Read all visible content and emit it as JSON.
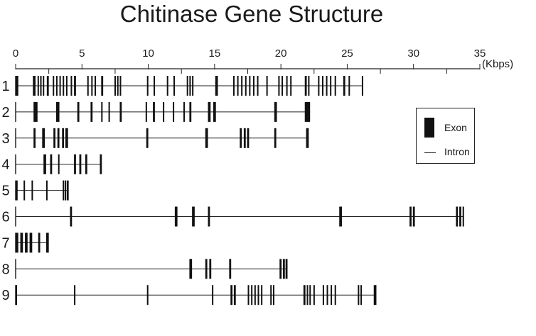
{
  "title": "Chitinase Gene Structure",
  "axis": {
    "unit_label": "(Kbps)",
    "min": 0,
    "max": 35,
    "major_ticks": [
      0,
      5,
      10,
      15,
      20,
      25,
      30,
      35
    ],
    "minor_step": 2.5
  },
  "legend": {
    "exon_label": "Exon",
    "intron_label": "Intron",
    "exon_color": "#111111",
    "intron_color": "#222222"
  },
  "chart_data": {
    "type": "gene-structure",
    "x_unit": "Kbps",
    "genes": [
      {
        "label": "1",
        "length": 26.2,
        "exons": [
          [
            0.0,
            0.2
          ],
          [
            1.3,
            1.5
          ],
          [
            1.65,
            1.75
          ],
          [
            1.85,
            1.95
          ],
          [
            2.05,
            2.15
          ],
          [
            2.35,
            2.5
          ],
          [
            2.8,
            2.9
          ],
          [
            3.05,
            3.15
          ],
          [
            3.3,
            3.4
          ],
          [
            3.55,
            3.65
          ],
          [
            3.8,
            3.9
          ],
          [
            4.15,
            4.25
          ],
          [
            4.4,
            4.55
          ],
          [
            5.4,
            5.5
          ],
          [
            5.7,
            5.8
          ],
          [
            5.95,
            6.05
          ],
          [
            6.45,
            6.6
          ],
          [
            7.45,
            7.55
          ],
          [
            7.65,
            7.75
          ],
          [
            7.85,
            7.95
          ],
          [
            9.9,
            10.0
          ],
          [
            10.4,
            10.5
          ],
          [
            11.4,
            11.5
          ],
          [
            11.9,
            12.0
          ],
          [
            12.9,
            13.0
          ],
          [
            13.1,
            13.2
          ],
          [
            13.3,
            13.4
          ],
          [
            15.05,
            15.25
          ],
          [
            16.4,
            16.5
          ],
          [
            16.7,
            16.8
          ],
          [
            17.0,
            17.1
          ],
          [
            17.3,
            17.4
          ],
          [
            17.6,
            17.7
          ],
          [
            17.9,
            18.0
          ],
          [
            18.2,
            18.3
          ],
          [
            18.9,
            19.0
          ],
          [
            19.8,
            19.9
          ],
          [
            20.05,
            20.15
          ],
          [
            20.4,
            20.5
          ],
          [
            20.7,
            20.8
          ],
          [
            21.8,
            21.95
          ],
          [
            22.05,
            22.15
          ],
          [
            22.8,
            22.9
          ],
          [
            23.1,
            23.2
          ],
          [
            23.4,
            23.5
          ],
          [
            23.7,
            23.8
          ],
          [
            24.05,
            24.15
          ],
          [
            24.7,
            24.85
          ],
          [
            25.1,
            25.2
          ],
          [
            26.1,
            26.2
          ]
        ]
      },
      {
        "label": "2",
        "length": 22.2,
        "exons": [
          [
            1.35,
            1.65
          ],
          [
            3.05,
            3.3
          ],
          [
            4.65,
            4.8
          ],
          [
            5.65,
            5.8
          ],
          [
            6.45,
            6.55
          ],
          [
            7.0,
            7.1
          ],
          [
            7.85,
            8.0
          ],
          [
            9.8,
            9.9
          ],
          [
            10.35,
            10.5
          ],
          [
            11.1,
            11.2
          ],
          [
            11.85,
            11.95
          ],
          [
            12.65,
            12.75
          ],
          [
            13.1,
            13.25
          ],
          [
            14.5,
            14.7
          ],
          [
            14.9,
            15.1
          ],
          [
            19.5,
            19.7
          ],
          [
            21.8,
            22.2
          ]
        ]
      },
      {
        "label": "3",
        "length": 22.1,
        "exons": [
          [
            1.35,
            1.5
          ],
          [
            2.0,
            2.2
          ],
          [
            2.85,
            3.0
          ],
          [
            3.15,
            3.3
          ],
          [
            3.5,
            3.65
          ],
          [
            3.75,
            3.95
          ],
          [
            9.85,
            10.0
          ],
          [
            14.3,
            14.5
          ],
          [
            16.9,
            17.05
          ],
          [
            17.2,
            17.35
          ],
          [
            17.45,
            17.6
          ],
          [
            19.5,
            19.65
          ],
          [
            21.9,
            22.1
          ]
        ]
      },
      {
        "label": "4",
        "length": 6.5,
        "exons": [
          [
            2.1,
            2.3
          ],
          [
            2.6,
            2.75
          ],
          [
            3.2,
            3.3
          ],
          [
            4.4,
            4.55
          ],
          [
            4.8,
            4.95
          ],
          [
            5.25,
            5.4
          ],
          [
            6.35,
            6.5
          ]
        ]
      },
      {
        "label": "5",
        "length": 4.0,
        "exons": [
          [
            0.0,
            0.15
          ],
          [
            0.6,
            0.7
          ],
          [
            1.2,
            1.3
          ],
          [
            2.3,
            2.4
          ],
          [
            3.55,
            3.65
          ],
          [
            3.7,
            3.8
          ],
          [
            3.85,
            4.0
          ]
        ]
      },
      {
        "label": "6",
        "length": 33.8,
        "exons": [
          [
            4.1,
            4.25
          ],
          [
            12.0,
            12.2
          ],
          [
            13.3,
            13.5
          ],
          [
            14.5,
            14.65
          ],
          [
            24.4,
            24.6
          ],
          [
            29.7,
            29.85
          ],
          [
            29.95,
            30.1
          ],
          [
            33.2,
            33.35
          ],
          [
            33.45,
            33.6
          ],
          [
            33.7,
            33.8
          ]
        ]
      },
      {
        "label": "7",
        "length": 2.5,
        "exons": [
          [
            0.0,
            0.2
          ],
          [
            0.35,
            0.55
          ],
          [
            0.7,
            0.9
          ],
          [
            1.05,
            1.25
          ],
          [
            1.7,
            1.85
          ],
          [
            2.3,
            2.5
          ]
        ]
      },
      {
        "label": "8",
        "length": 20.5,
        "exons": [
          [
            13.1,
            13.3
          ],
          [
            14.3,
            14.45
          ],
          [
            14.6,
            14.75
          ],
          [
            16.1,
            16.25
          ],
          [
            19.9,
            20.05
          ],
          [
            20.15,
            20.3
          ],
          [
            20.35,
            20.5
          ]
        ]
      },
      {
        "label": "9",
        "length": 27.2,
        "exons": [
          [
            0.0,
            0.1
          ],
          [
            4.4,
            4.5
          ],
          [
            9.9,
            10.0
          ],
          [
            14.8,
            14.9
          ],
          [
            16.2,
            16.35
          ],
          [
            16.45,
            16.6
          ],
          [
            17.5,
            17.6
          ],
          [
            17.75,
            17.85
          ],
          [
            18.0,
            18.1
          ],
          [
            18.25,
            18.35
          ],
          [
            18.5,
            18.6
          ],
          [
            19.2,
            19.3
          ],
          [
            19.4,
            19.5
          ],
          [
            21.7,
            21.85
          ],
          [
            21.95,
            22.05
          ],
          [
            22.15,
            22.25
          ],
          [
            22.45,
            22.55
          ],
          [
            23.15,
            23.25
          ],
          [
            23.45,
            23.55
          ],
          [
            23.75,
            23.85
          ],
          [
            24.05,
            24.15
          ],
          [
            25.8,
            25.9
          ],
          [
            26.0,
            26.1
          ],
          [
            27.0,
            27.2
          ]
        ]
      }
    ]
  }
}
